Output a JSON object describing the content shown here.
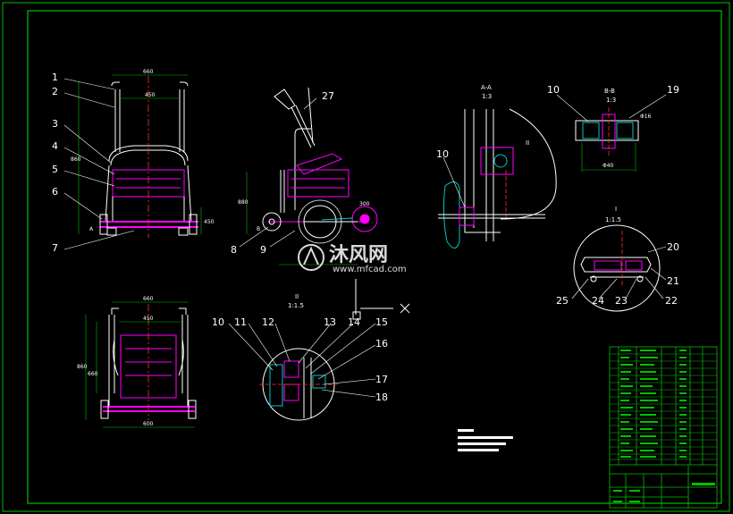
{
  "drawing": {
    "colors": {
      "background": "#000000",
      "frame": "#00c000",
      "outline": "#ffffff",
      "part": "#ff00ff",
      "center_line": "#ff3030",
      "hatch": "#00c8c8",
      "dimension": "#00c000",
      "title_block": "#00c000"
    },
    "front_view": {
      "labels": [
        "1",
        "2",
        "3",
        "4",
        "5",
        "6",
        "7"
      ],
      "dims": {
        "top": "660",
        "mid": "450",
        "height": "860",
        "right": "450",
        "marker": "A"
      }
    },
    "side_view": {
      "labels": [
        "8",
        "9",
        "27"
      ],
      "dims": {
        "height": "880",
        "wheel": "300",
        "marker": "B"
      }
    },
    "top_view": {
      "dims": {
        "top": "660",
        "mid": "450",
        "left": "860",
        "left2": "660",
        "bottom": "600"
      }
    },
    "section_aa": {
      "title": "A-A",
      "scale": "1:3",
      "labels": [
        "10",
        "II"
      ]
    },
    "section_bb": {
      "title": "B-B",
      "scale": "1:3",
      "labels": [
        "10",
        "19"
      ],
      "dims": {
        "bottom": "Φ40",
        "hole": "Φ16"
      }
    },
    "detail_1": {
      "title": "I",
      "scale": "1:1.5",
      "labels": [
        "20",
        "21",
        "22",
        "23",
        "24",
        "25"
      ]
    },
    "detail_2": {
      "title": "II",
      "scale": "1:1.5",
      "labels": [
        "10",
        "11",
        "12",
        "13",
        "14",
        "15",
        "16",
        "17",
        "18"
      ]
    },
    "watermark": {
      "logo": "沐风网",
      "url": "www.mfcad.com"
    }
  }
}
